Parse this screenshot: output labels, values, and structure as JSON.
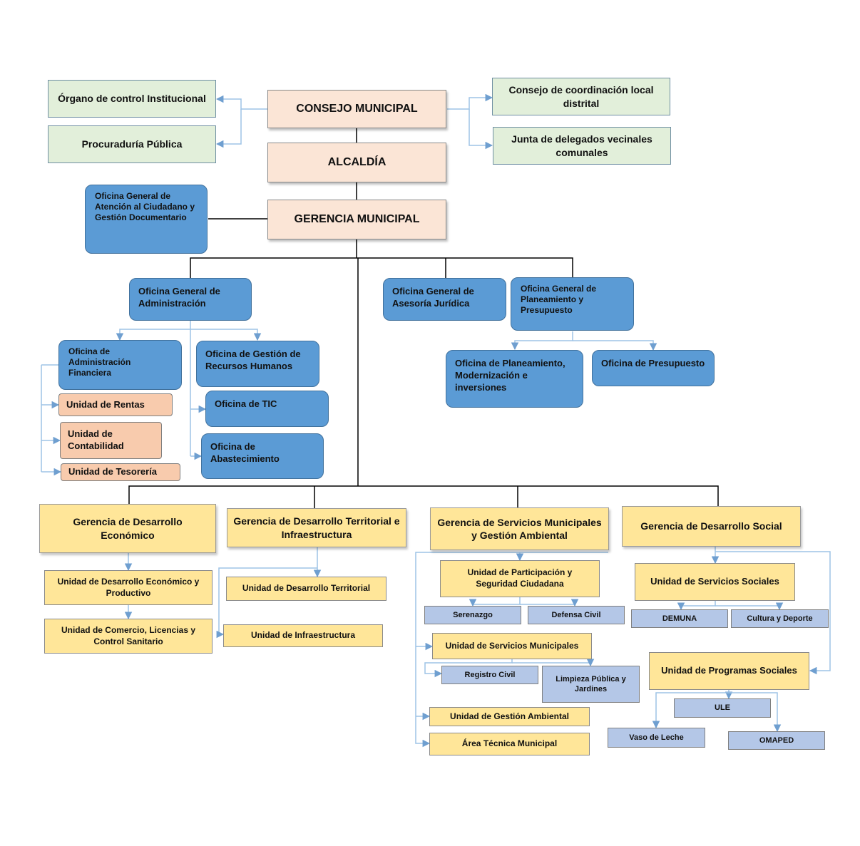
{
  "consejo": "CONSEJO MUNICIPAL",
  "alcaldia": "ALCALDÍA",
  "gerencia_municipal": "GERENCIA MUNICIPAL",
  "organo_control": "Órgano de control Institucional",
  "procuraduria": "Procuraduría Pública",
  "consejo_coordinacion": "Consejo de coordinación local distrital",
  "junta_delegados": "Junta de delegados vecinales comunales",
  "oficina_atencion": "Oficina General de Atención al Ciudadano y Gestión Documentario",
  "oficina_administracion": "Oficina General de Administración",
  "oficina_asesoria": "Oficina General de Asesoría Jurídica",
  "oficina_planeamiento_pres": "Oficina General de Planeamiento y Presupuesto",
  "oficina_adm_financiera": "Oficina de Administración Financiera",
  "unidad_rentas": "Unidad de Rentas",
  "unidad_contabilidad": "Unidad de Contabilidad",
  "unidad_tesoreria": "Unidad de Tesorería",
  "oficina_rrhh": "Oficina de Gestión de Recursos Humanos",
  "oficina_tic": "Oficina de TIC",
  "oficina_abastecimiento": "Oficina de Abastecimiento",
  "oficina_planeamiento_mod": "Oficina de Planeamiento, Modernización e inversiones",
  "oficina_presupuesto": "Oficina de Presupuesto",
  "gerencia_economico": "Gerencia de Desarrollo Económico",
  "gerencia_territorial": "Gerencia de Desarrollo Territorial e Infraestructura",
  "gerencia_servicios": "Gerencia de Servicios Municipales y Gestión Ambiental",
  "gerencia_social": "Gerencia de Desarrollo Social",
  "unidad_des_economico": "Unidad de Desarrollo Económico y Productivo",
  "unidad_comercio": "Unidad de Comercio, Licencias  y Control Sanitario",
  "unidad_des_territorial": "Unidad de Desarrollo Territorial",
  "unidad_infraestructura": "Unidad de Infraestructura",
  "unidad_participacion": "Unidad de Participación y Seguridad Ciudadana",
  "serenazgo": "Serenazgo",
  "defensa_civil": "Defensa Civil",
  "unidad_serv_municipales": "Unidad de Servicios Municipales",
  "registro_civil": "Registro Civil",
  "limpieza": "Limpieza Pública y Jardines",
  "unidad_gestion_ambiental": "Unidad de Gestión Ambiental",
  "area_tecnica": "Área Técnica Municipal",
  "unidad_serv_sociales": "Unidad de Servicios Sociales",
  "demuna": "DEMUNA",
  "cultura": "Cultura y Deporte",
  "unidad_programas": "Unidad de Programas Sociales",
  "ule": "ULE",
  "vaso_leche": "Vaso de Leche",
  "omaped": "OMAPED",
  "colors": {
    "green_fill": "#e2efda",
    "pink_fill": "#fbe5d6",
    "blue_fill": "#5b9bd5",
    "peach_fill": "#f8cbad",
    "yellow_fill": "#ffe699",
    "light_blue_fill": "#b4c7e7",
    "connector_light": "#9dc3e6",
    "connector_dark": "#000000"
  }
}
